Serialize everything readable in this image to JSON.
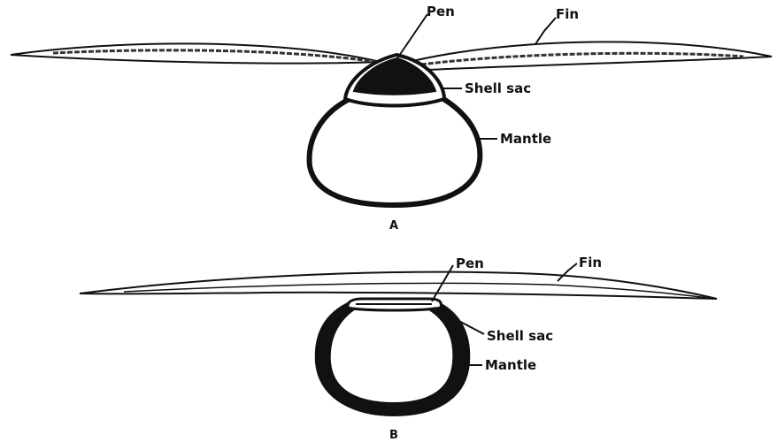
{
  "figure_a": {
    "panel_letter": "A",
    "labels": {
      "pen": "Pen",
      "fin": "Fin",
      "shell_sac": "Shell sac",
      "mantle": "Mantle"
    }
  },
  "figure_b": {
    "panel_letter": "B",
    "labels": {
      "pen": "Pen",
      "fin": "Fin",
      "shell_sac": "Shell sac",
      "mantle": "Mantle"
    }
  },
  "colors": {
    "ink": "#111111",
    "paper": "#ffffff"
  }
}
